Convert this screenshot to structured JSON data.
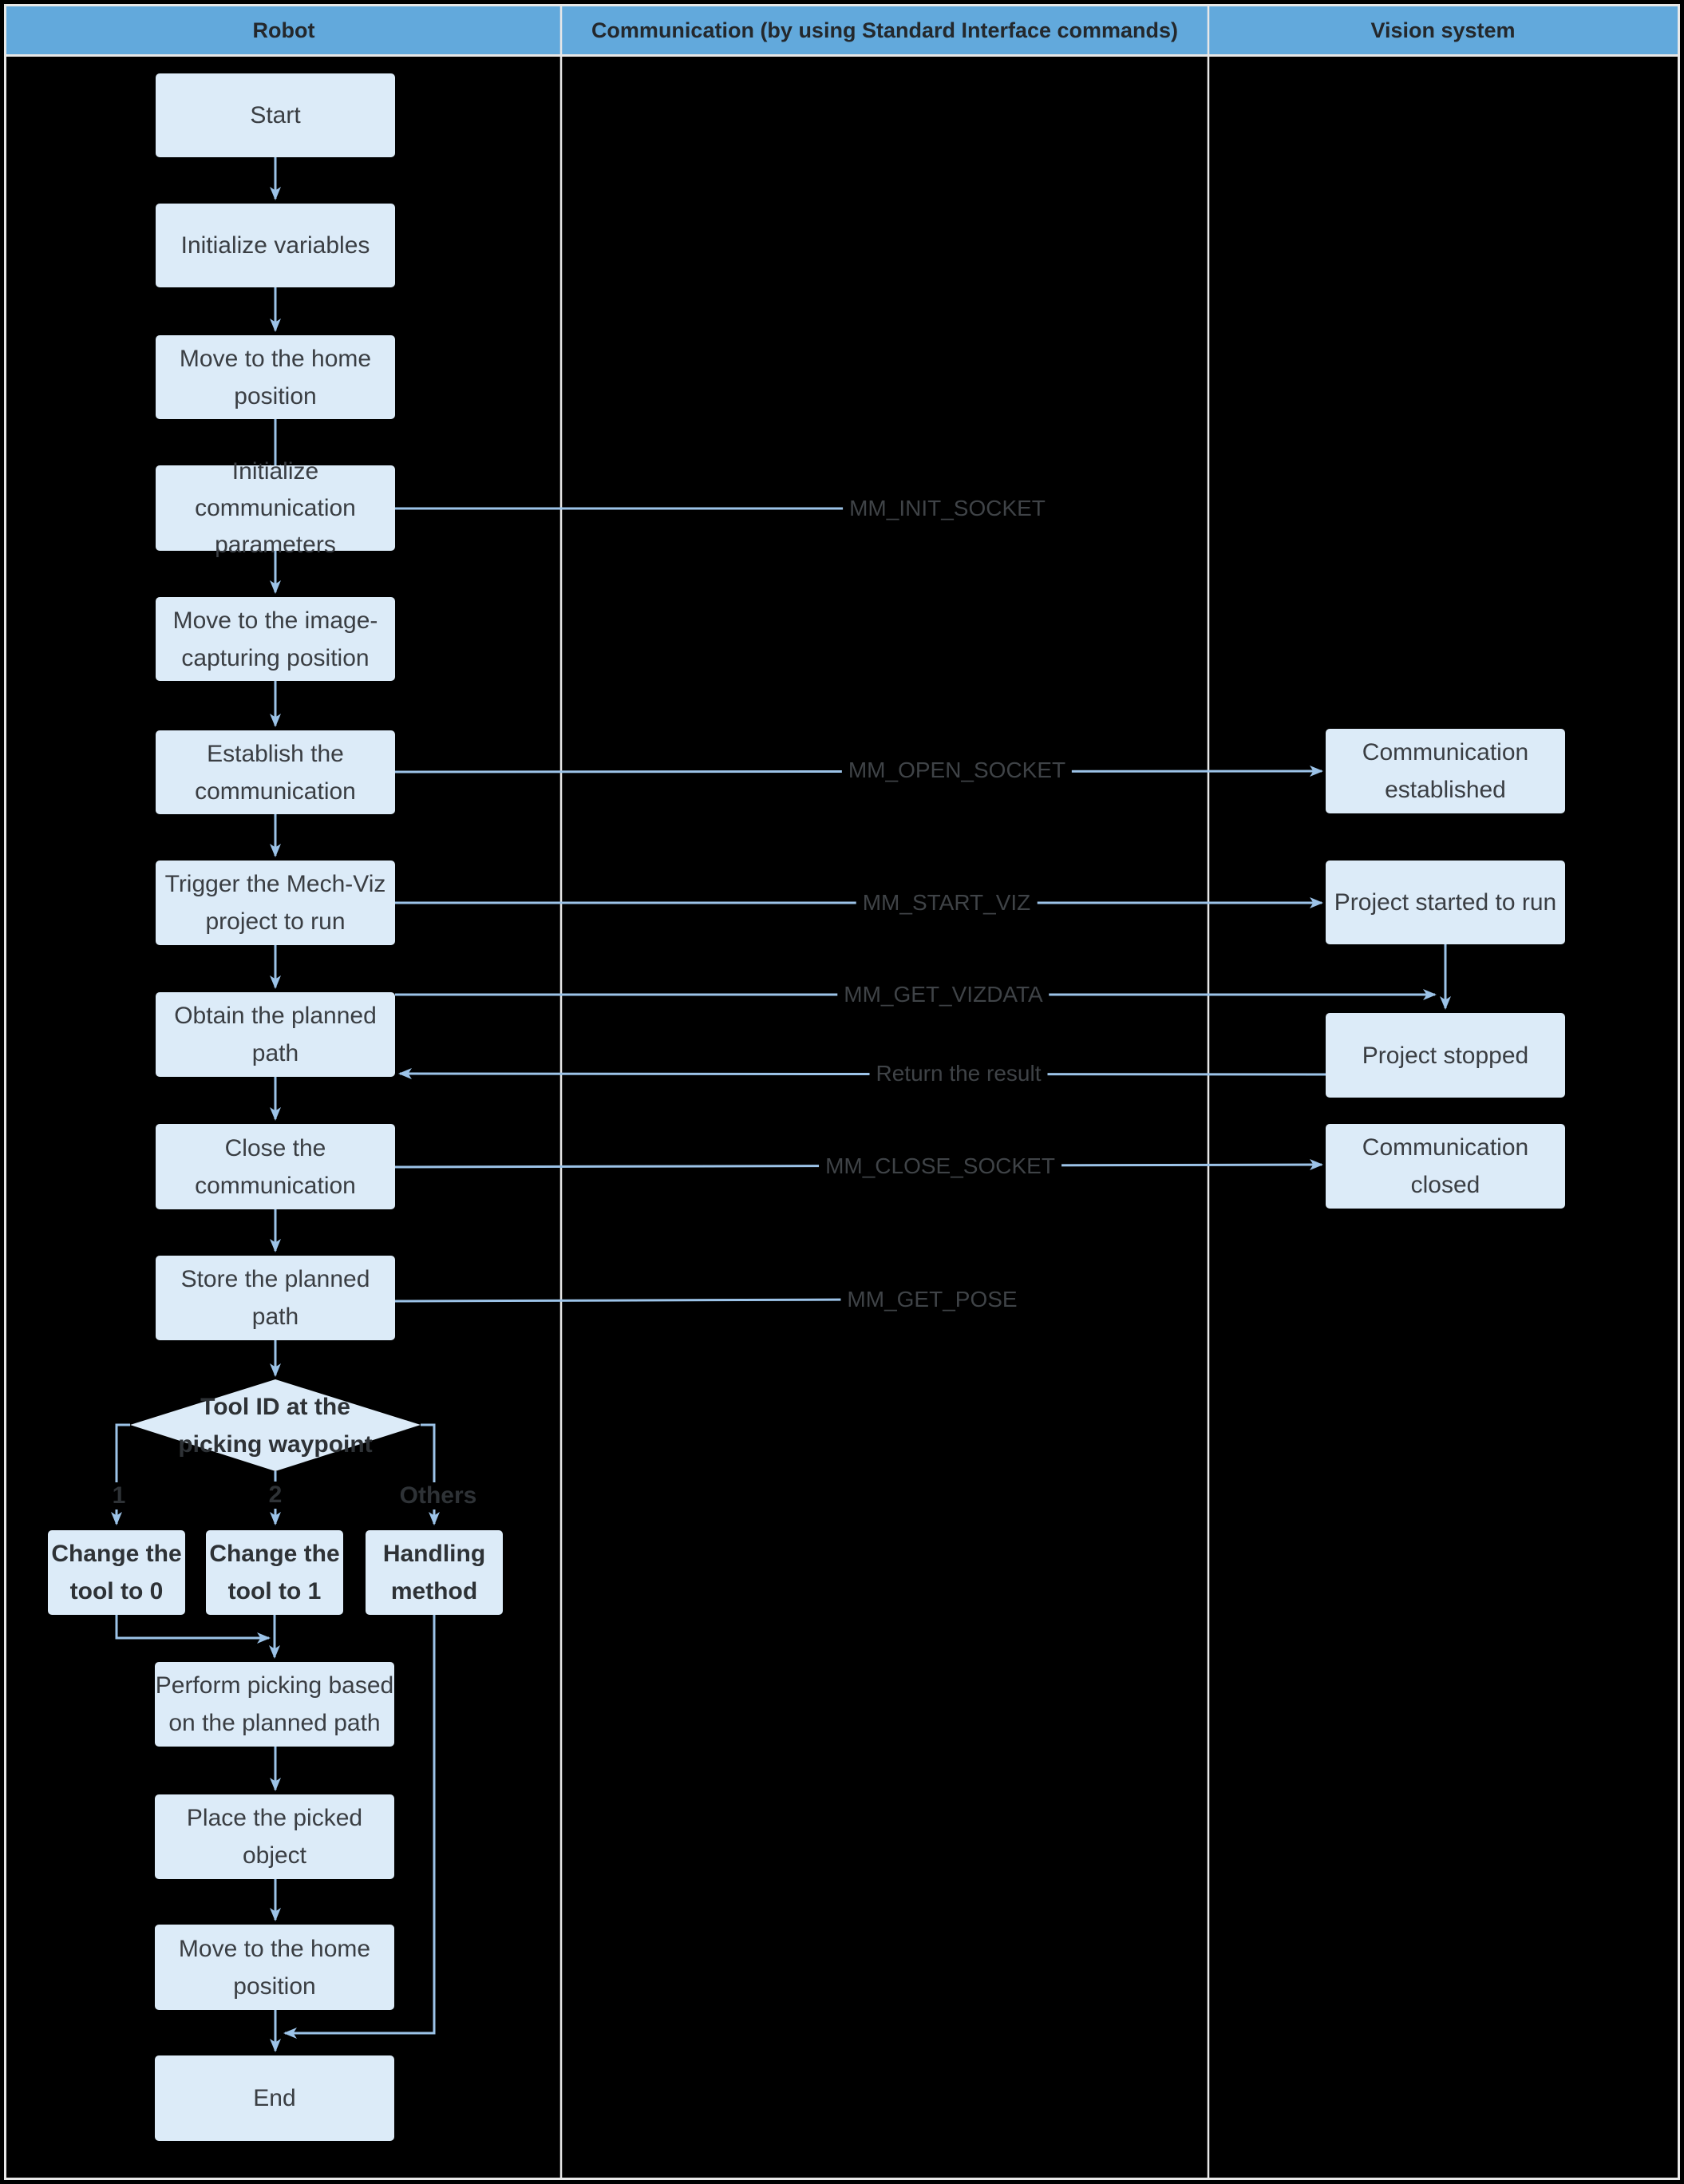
{
  "header": {
    "columns": [
      {
        "label": "Robot"
      },
      {
        "label": "Communication (by using Standard Interface commands)"
      },
      {
        "label": "Vision system"
      }
    ]
  },
  "nodes": [
    {
      "id": "start",
      "text": "Start"
    },
    {
      "id": "init_vars",
      "text": "Initialize variables"
    },
    {
      "id": "move_home_1",
      "text": "Move to the home\nposition"
    },
    {
      "id": "init_comm",
      "text": "Initialize\ncommunication\nparameters"
    },
    {
      "id": "move_image",
      "text": "Move to the image-\ncapturing position"
    },
    {
      "id": "establish_comm",
      "text": "Establish the\ncommunication"
    },
    {
      "id": "trigger_viz",
      "text": "Trigger the Mech-Viz\nproject to run"
    },
    {
      "id": "obtain_path",
      "text": "Obtain the planned\npath"
    },
    {
      "id": "close_comm",
      "text": "Close the\ncommunication"
    },
    {
      "id": "store_path",
      "text": "Store the planned path"
    },
    {
      "id": "tool_id_decision",
      "text": "Tool ID at the\npicking waypoint"
    },
    {
      "id": "tool0",
      "text": "Change the\ntool to 0"
    },
    {
      "id": "tool1",
      "text": "Change the\ntool to 1"
    },
    {
      "id": "handling",
      "text": "Handling\nmethod"
    },
    {
      "id": "perform_picking",
      "text": "Perform picking based\non the planned path"
    },
    {
      "id": "place_object",
      "text": "Place the picked\nobject"
    },
    {
      "id": "move_home_2",
      "text": "Move to the home\nposition"
    },
    {
      "id": "end_node",
      "text": "End"
    },
    {
      "id": "comm_est",
      "text": "Communication\nestablished"
    },
    {
      "id": "proj_started",
      "text": "Project started to run"
    },
    {
      "id": "proj_stopped",
      "text": "Project stopped"
    },
    {
      "id": "comm_closed",
      "text": "Communication closed"
    }
  ],
  "edge_labels": [
    {
      "id": "mm_init_socket",
      "text": "MM_INIT_SOCKET"
    },
    {
      "id": "mm_open_socket",
      "text": "MM_OPEN_SOCKET"
    },
    {
      "id": "mm_start_viz",
      "text": "MM_START_VIZ"
    },
    {
      "id": "mm_get_vizdata",
      "text": "MM_GET_VIZDATA"
    },
    {
      "id": "return_result",
      "text": "Return the result"
    },
    {
      "id": "mm_close_socket",
      "text": "MM_CLOSE_SOCKET"
    },
    {
      "id": "mm_get_pose",
      "text": "MM_GET_POSE"
    }
  ],
  "branch_labels": [
    {
      "id": "branch-1",
      "text": "1"
    },
    {
      "id": "branch-2",
      "text": "2"
    },
    {
      "id": "branch-others",
      "text": "Others"
    }
  ],
  "colors": {
    "page_bg": "#000000",
    "header_bg": "#62a9dc",
    "box_fill": "#dcebf8",
    "box_text": "#3a3e43",
    "bold_text": "#2e3236",
    "connector": "#9cc3e8",
    "command_label_text": "#3f4347",
    "grid_line": "#e8e8e8"
  }
}
